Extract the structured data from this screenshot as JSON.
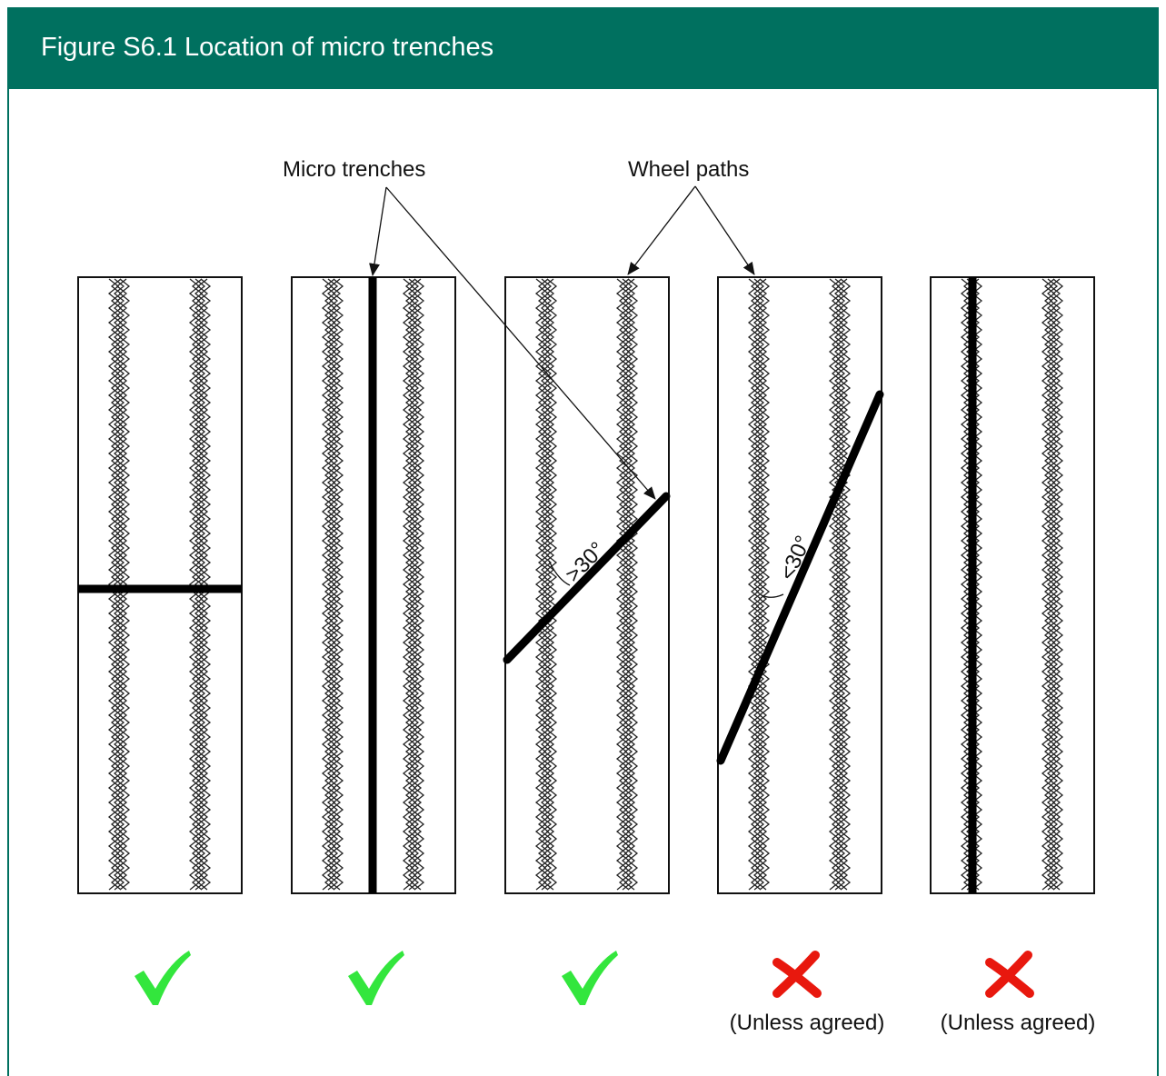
{
  "figure": {
    "title": "Figure S6.1 Location of micro trenches"
  },
  "labels": {
    "micro_trenches": "Micro trenches",
    "wheel_paths": "Wheel paths"
  },
  "angles": {
    "greater": ">30°",
    "less": "<30°"
  },
  "panels": [
    {
      "trench": "horizontal",
      "verdict": "acceptable",
      "icon": "check-icon",
      "note": ""
    },
    {
      "trench": "longitudinal between wheel paths",
      "verdict": "acceptable",
      "icon": "check-icon",
      "note": ""
    },
    {
      "trench": "diagonal, angle >30°",
      "verdict": "acceptable",
      "icon": "check-icon",
      "note": ""
    },
    {
      "trench": "diagonal, angle <30°",
      "verdict": "not acceptable",
      "icon": "cross-icon",
      "note": "(Unless agreed)"
    },
    {
      "trench": "longitudinal in wheel path",
      "verdict": "not acceptable",
      "icon": "cross-icon",
      "note": "(Unless agreed)"
    }
  ],
  "colors": {
    "header": "#00705f",
    "check": "#33e63d",
    "cross": "#e8180e"
  }
}
